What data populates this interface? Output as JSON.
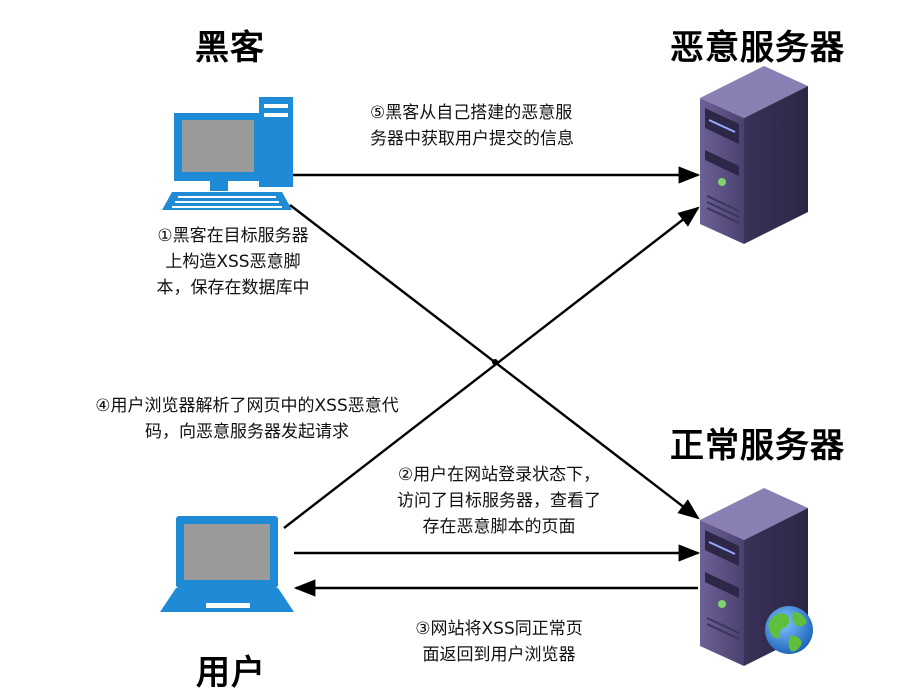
{
  "actors": {
    "hacker": "黑客",
    "malicious_server": "恶意服务器",
    "normal_server": "正常服务器",
    "user": "用户"
  },
  "steps": {
    "step1": [
      "①黑客在目标服务器",
      "上构造XSS恶意脚",
      "本，保存在数据库中"
    ],
    "step2": [
      "②用户在网站登录状态下，",
      "访问了目标服务器，查看了",
      "存在恶意脚本的页面"
    ],
    "step3": [
      "③网站将XSS同正常页",
      "面返回到用户浏览器"
    ],
    "step4": [
      "④用户浏览器解析了网页中的XSS恶意代",
      "码，向恶意服务器发起请求"
    ],
    "step5": [
      "⑤黑客从自己搭建的恶意服",
      "务器中获取用户提交的信息"
    ]
  },
  "colors": {
    "computer_blue": "#1f8ad6",
    "screen_gray": "#9a9a9a",
    "server_purple": "#5b4f86",
    "arrow": "#000000"
  },
  "icons": [
    "desktop-computer-icon",
    "laptop-icon",
    "server-icon",
    "globe-icon"
  ]
}
